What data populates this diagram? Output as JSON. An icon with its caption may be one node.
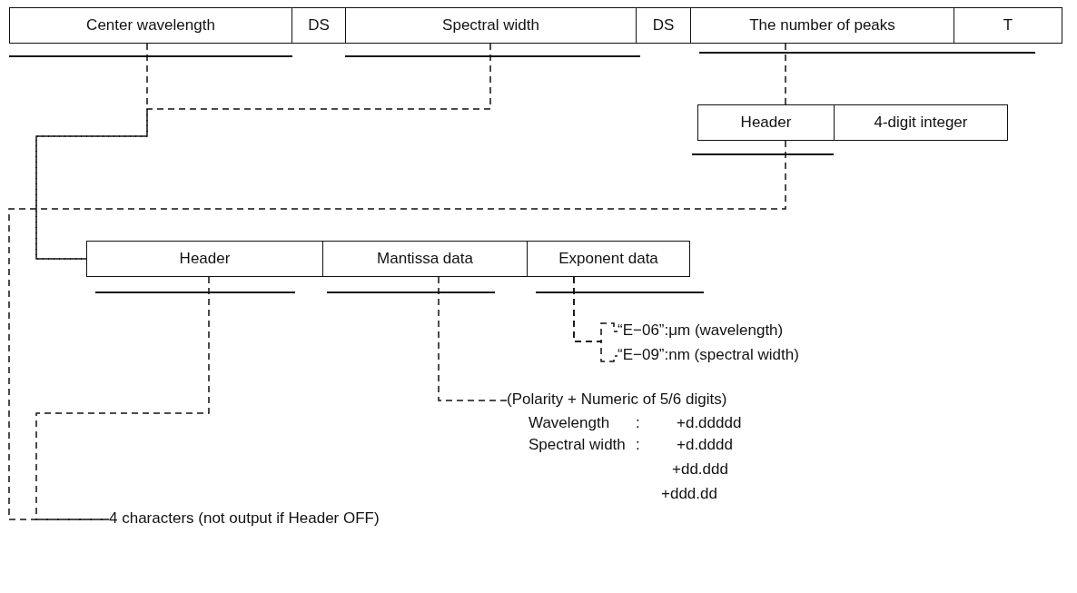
{
  "diagram": {
    "nodes": [
      {
        "text": [
          "Center wavelength"
        ]
      },
      {
        "text": [
          "DS"
        ]
      },
      {
        "text": [
          "Spectral width"
        ]
      },
      {
        "text": [
          "DS"
        ]
      },
      {
        "text": [
          "The number of peaks"
        ]
      },
      {
        "text": [
          "T"
        ]
      },
      {
        "text": [
          "Header"
        ]
      },
      {
        "text": [
          "4-digit integer"
        ]
      },
      {
        "text": [
          "Header"
        ]
      },
      {
        "text": [
          "Mantissa data"
        ]
      },
      {
        "text": [
          "Exponent data"
        ]
      },
      {
        "text": [
          "“E−06”:μm (wavelength)"
        ]
      },
      {
        "text": [
          "“E−09”:nm (spectral width)"
        ]
      },
      {
        "text": [
          "(Polarity + Numeric of 5/6 digits)",
          "Wavelength",
          ":",
          "+d.ddddd",
          "Spectral width",
          ":",
          "+d.dddd",
          "+dd.ddd",
          "+ddd.dd"
        ]
      },
      {
        "text": [
          "4 characters (not output if Header OFF)"
        ]
      }
    ],
    "edges": [
      {
        "from": 0,
        "to": 8,
        "arrow": "none",
        "style": "dashed"
      },
      {
        "from": 2,
        "to": 8,
        "arrow": "none",
        "style": "dashed"
      },
      {
        "from": 4,
        "to": 6,
        "arrow": "none",
        "style": "dashed"
      },
      {
        "from": 6,
        "to": 14,
        "arrow": "none",
        "style": "dashed"
      },
      {
        "from": 8,
        "to": 14,
        "arrow": "none",
        "style": "dashed"
      },
      {
        "from": 9,
        "to": 13,
        "arrow": "none",
        "style": "dashed"
      },
      {
        "from": 10,
        "to": 11,
        "arrow": "none",
        "style": "dashed"
      },
      {
        "from": 10,
        "to": 12,
        "arrow": "none",
        "style": "dashed"
      }
    ]
  }
}
